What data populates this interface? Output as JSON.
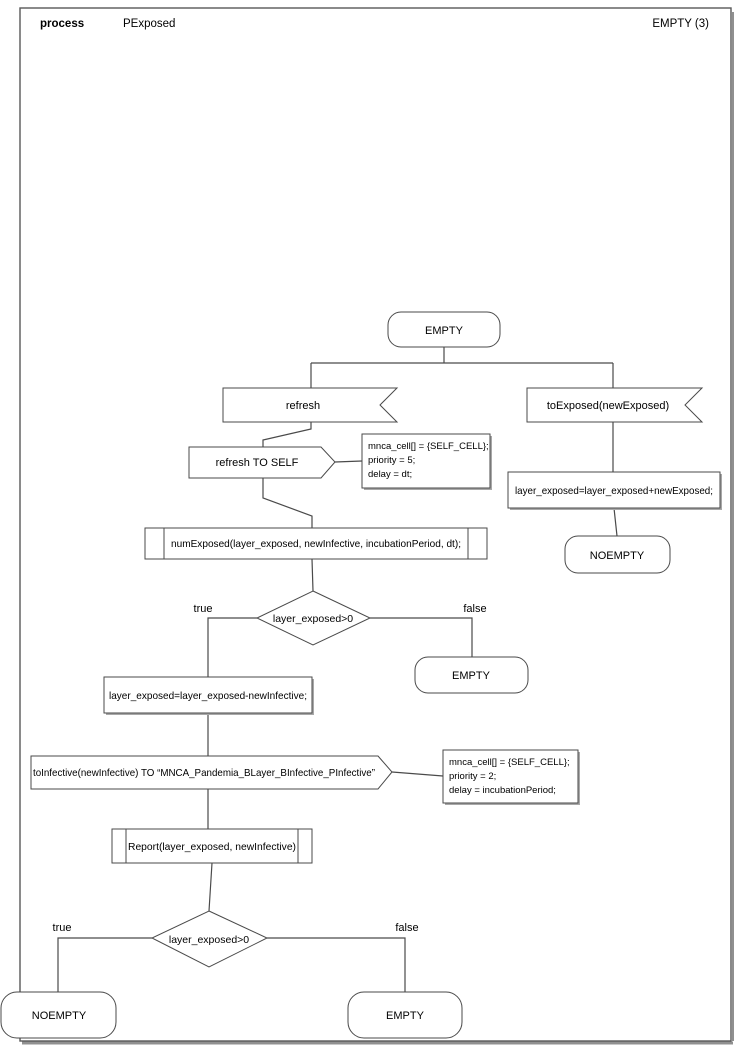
{
  "header": {
    "kind": "process",
    "name": "PExposed",
    "badge": "EMPTY (3)"
  },
  "diagram": {
    "start_state": {
      "label": "EMPTY"
    },
    "receive_refresh": {
      "label": "refresh"
    },
    "receive_toexposed": {
      "label": "toExposed(newExposed)"
    },
    "send_refresh_to_self": {
      "label": "refresh TO SELF"
    },
    "comment_refresh": {
      "lines": [
        "mnca_cell[] = {SELF_CELL};",
        "priority = 5;",
        "delay = dt;"
      ]
    },
    "task_add_exposed": {
      "label": "layer_exposed=layer_exposed+newExposed;"
    },
    "state_noempty_right": {
      "label": "NOEMPTY"
    },
    "call_numexposed": {
      "label": "numExposed(layer_exposed, newInfective, incubationPeriod, dt);"
    },
    "decision_top": {
      "label": "layer_exposed>0",
      "true_label": "true",
      "false_label": "false"
    },
    "state_empty_false": {
      "label": "EMPTY"
    },
    "task_sub_infective": {
      "label": "layer_exposed=layer_exposed-newInfective;"
    },
    "send_toinfective": {
      "label": "toInfective(newInfective) TO “MNCA_Pandemia_BLayer_BInfective_PInfective”"
    },
    "comment_toinfective": {
      "lines": [
        "mnca_cell[] = {SELF_CELL};",
        "priority = 2;",
        "delay = incubationPeriod;"
      ]
    },
    "call_report": {
      "label": "Report(layer_exposed, newInfective)"
    },
    "decision_bottom": {
      "label": "layer_exposed>0",
      "true_label": "true",
      "false_label": "false"
    },
    "state_noempty_bottom": {
      "label": "NOEMPTY"
    },
    "state_empty_bottom": {
      "label": "EMPTY"
    }
  },
  "colors": {
    "line": "#4a4a4a",
    "frame": "#595959",
    "shadow": "#a8a8a8",
    "fill": "#ffffff",
    "text": "#000000"
  }
}
